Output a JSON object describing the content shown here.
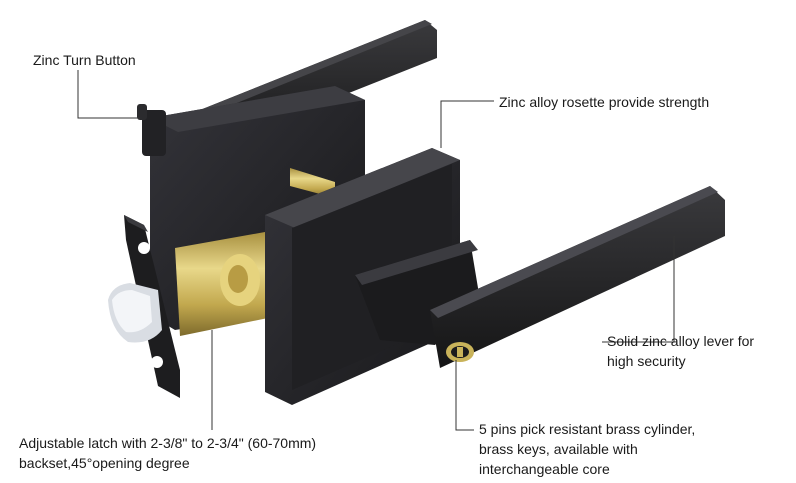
{
  "labels": {
    "turn_button": "Zinc Turn Button",
    "rosette": "Zinc alloy rosette provide strength",
    "lever": [
      "Solid zinc alloy lever for",
      "high security"
    ],
    "cylinder": [
      "5 pins pick resistant brass cylinder,",
      "brass keys, available with",
      "interchangeable core"
    ],
    "latch": [
      "Adjustable latch with 2-3/8\" to 2-3/4\" (60-70mm)",
      "backset,45°opening degree"
    ]
  },
  "colors": {
    "lock_body": "#1f1f21",
    "brass": "#c9b35a",
    "plate": "#2a2a2c",
    "leader": "#333333"
  }
}
